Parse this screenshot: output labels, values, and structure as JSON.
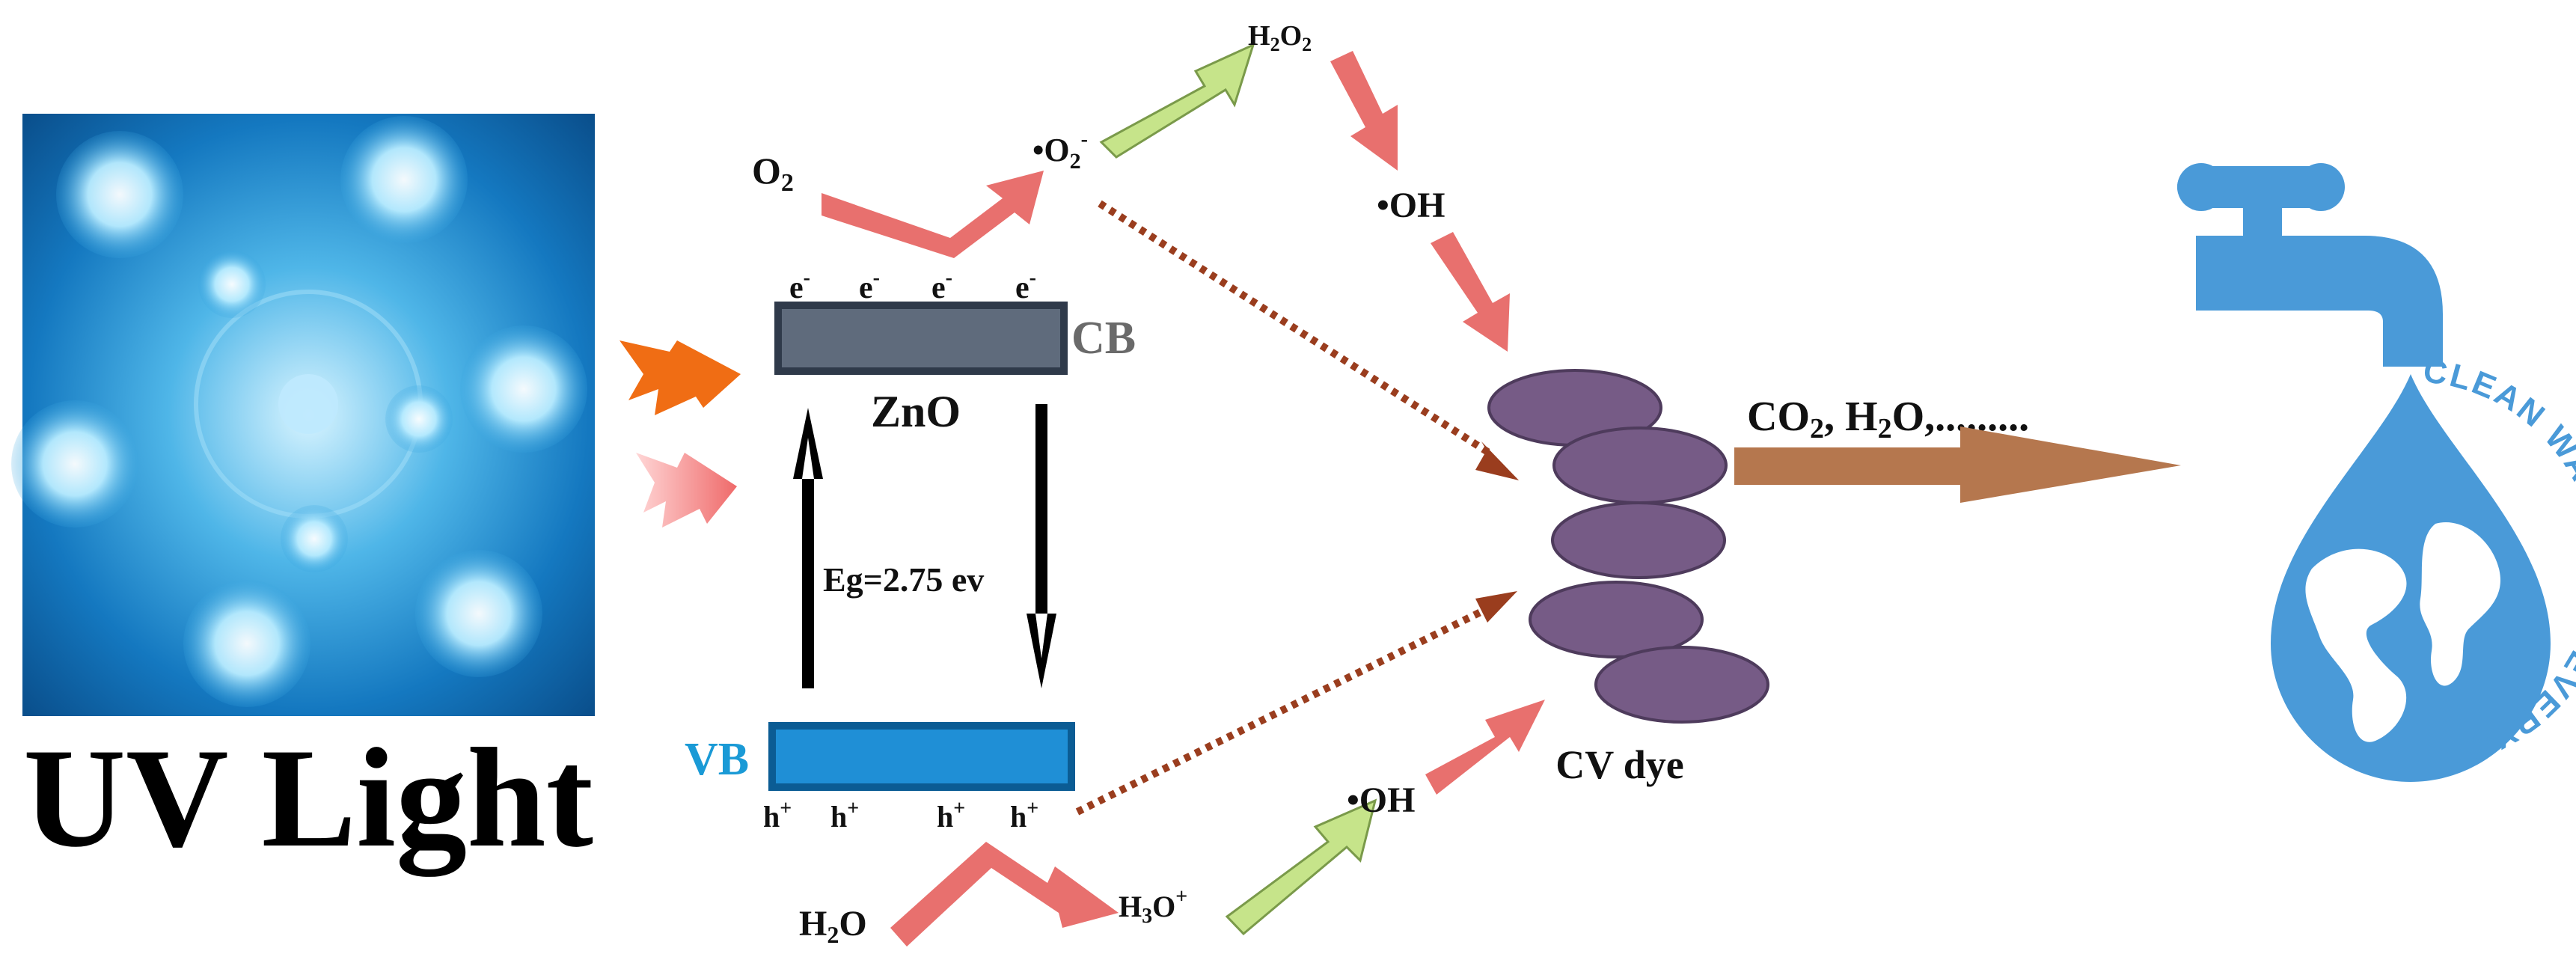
{
  "uv_panel": {
    "title": "UV Light"
  },
  "band": {
    "cb_label": "CB",
    "vb_label": "VB",
    "material": "ZnO",
    "electron": "e",
    "electron_sup": "-",
    "hole": "h",
    "hole_sup": "+",
    "gap_label": "Eg=2.75 ev"
  },
  "species": {
    "o2_a": "O",
    "o2_b": "2",
    "superoxide_a": "•O",
    "superoxide_b": "2",
    "superoxide_c": "-",
    "h2o2_a": "H",
    "h2o2_b": "2",
    "h2o2_c": "O",
    "h2o2_d": "2",
    "oh_top": "•OH",
    "oh_bottom": "•OH",
    "h2o_a": "H",
    "h2o_b": "2",
    "h2o_c": "O",
    "h3o_a": "H",
    "h3o_b": "3",
    "h3o_c": "O",
    "h3o_d": "+"
  },
  "dye": {
    "label": "CV dye"
  },
  "products": {
    "a": "CO",
    "b": "2",
    "c": ", H",
    "d": "2",
    "e": "O,........."
  },
  "clean_water": {
    "ring_text": "CLEAN WATER FOR EVERYONE"
  },
  "colors": {
    "uv_blue": "#2a9fd8",
    "cb_fill": "#5f6b7c",
    "cb_border": "#2f3a4a",
    "vb_fill": "#1f8fd6",
    "vb_border": "#0b5c94",
    "vb_label": "#1a9ad6",
    "cb_label": "#6a6a6a",
    "pink_arrow": "#e8706e",
    "green_arrow": "#c6e48a",
    "dotted_arrow": "#9a3d1e",
    "dye": "#765b86",
    "product_arrow": "#b5774e",
    "clean_water": "#4a9ad8",
    "flash_orange": "#f06d14",
    "flash_pink": "#f27b7b"
  }
}
